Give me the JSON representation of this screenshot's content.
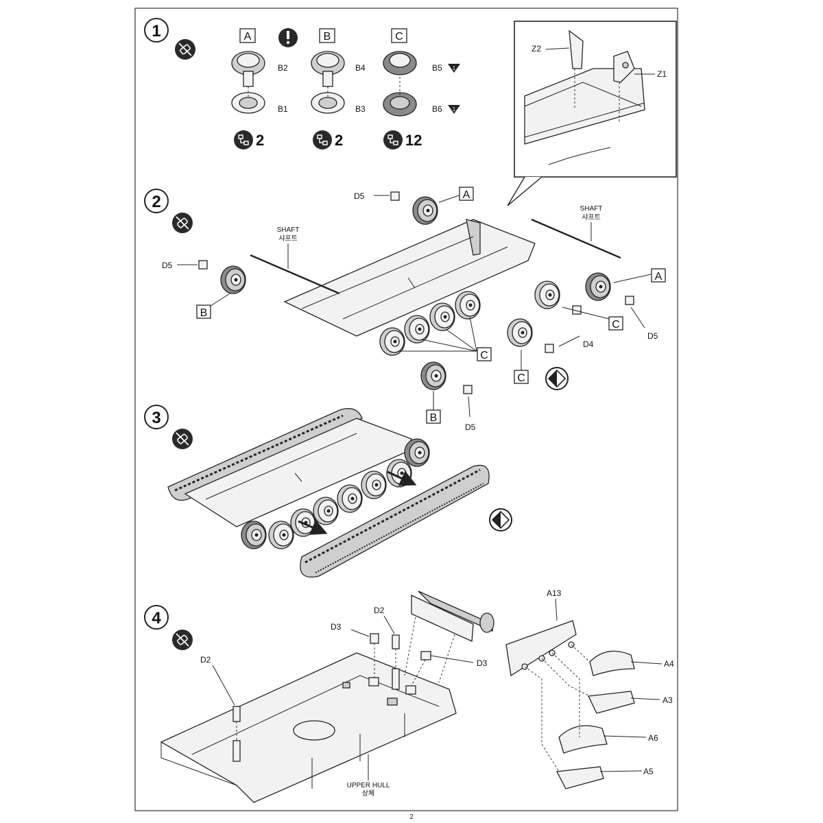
{
  "page": {
    "number": "2"
  },
  "steps": [
    {
      "number": "1"
    },
    {
      "number": "2"
    },
    {
      "number": "3"
    },
    {
      "number": "4"
    }
  ],
  "step1": {
    "groups": [
      {
        "box": "A",
        "top_part": "B2",
        "bottom_part": "B1",
        "qty": "2"
      },
      {
        "box": "B",
        "top_part": "B4",
        "bottom_part": "B3",
        "qty": "2"
      },
      {
        "box": "C",
        "top_part": "B5",
        "bottom_part": "B6",
        "qty": "12",
        "top_marker": "1",
        "bottom_marker": "1"
      }
    ],
    "inset": {
      "part_left": "Z2",
      "part_right": "Z1"
    }
  },
  "step2": {
    "shaft_left": {
      "en": "SHAFT",
      "ko": "샤프트"
    },
    "shaft_right": {
      "en": "SHAFT",
      "ko": "샤프트"
    },
    "labels": {
      "d5_top": "D5",
      "a_top": "A",
      "d5_left": "D5",
      "b_left": "B",
      "a_right": "A",
      "d5_right": "D5",
      "c_right": "C",
      "d4": "D4",
      "c_mid": "C",
      "c_bottom": "C",
      "b_bottom": "B",
      "d5_bottom": "D5"
    }
  },
  "step4": {
    "labels": {
      "d2_top": "D2",
      "d3_left": "D3",
      "d3_right": "D3",
      "d2_left": "D2",
      "a13": "A13",
      "a4": "A4",
      "a3": "A3",
      "a6": "A6",
      "a5": "A5"
    },
    "upper_hull": {
      "en": "UPPER HULL",
      "ko": "상체"
    }
  },
  "colors": {
    "ink": "#222222",
    "icon": "#2a2a2a",
    "paper": "#ffffff"
  }
}
